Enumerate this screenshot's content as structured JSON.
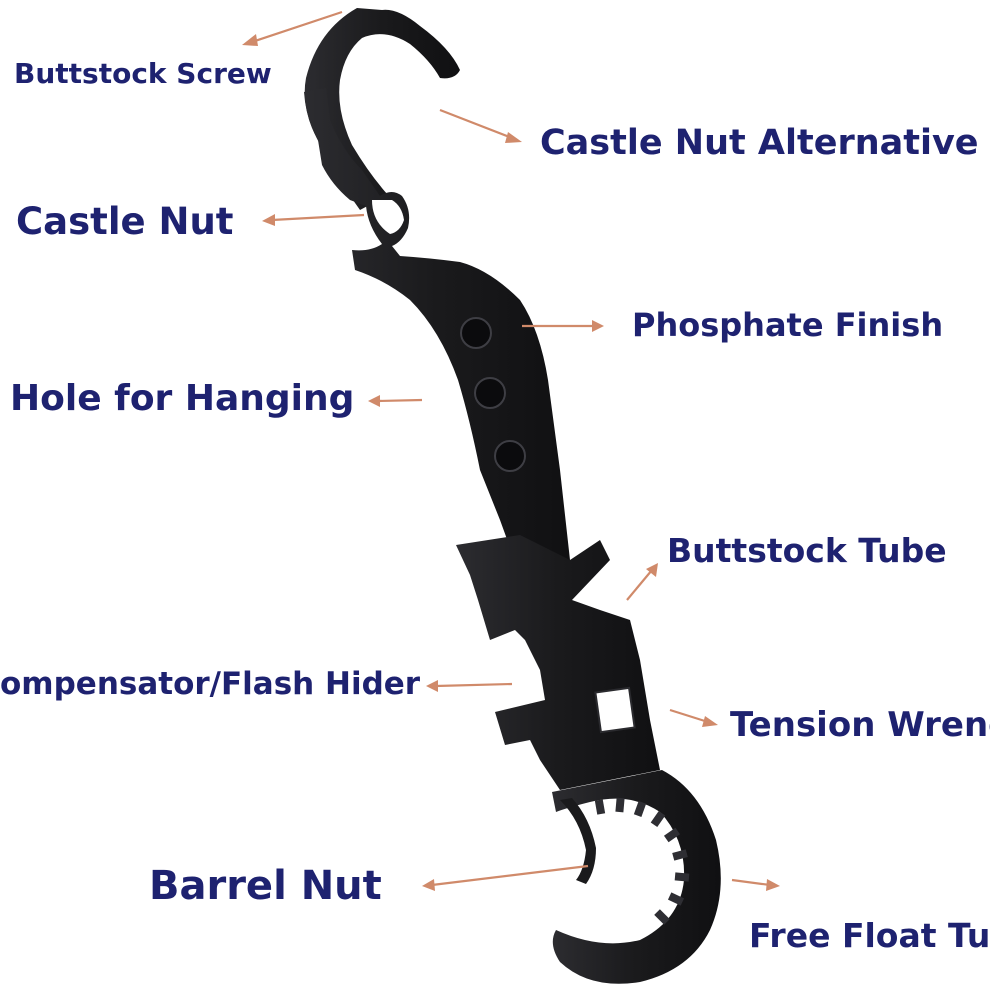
{
  "labels": {
    "buttstock_screw": "Buttstock Screw",
    "castle_nut_alternative": "Castle Nut Alternative",
    "castle_nut": "Castle Nut",
    "phosphate_finish": "Phosphate Finish",
    "hole_for_hanging": "Hole for Hanging",
    "buttstock_tube": "Buttstock Tube",
    "compensator_flash_hider": "ompensator/Flash Hider",
    "tension_wrench": "Tension Wrenc",
    "barrel_nut": "Barrel Nut",
    "free_float_tube": "Free Float Tub"
  },
  "colors": {
    "label_text": "#1e2270",
    "arrow": "#d08a6a",
    "tool_body": "#1b1b1d",
    "tool_highlight": "#3a3a3e"
  }
}
